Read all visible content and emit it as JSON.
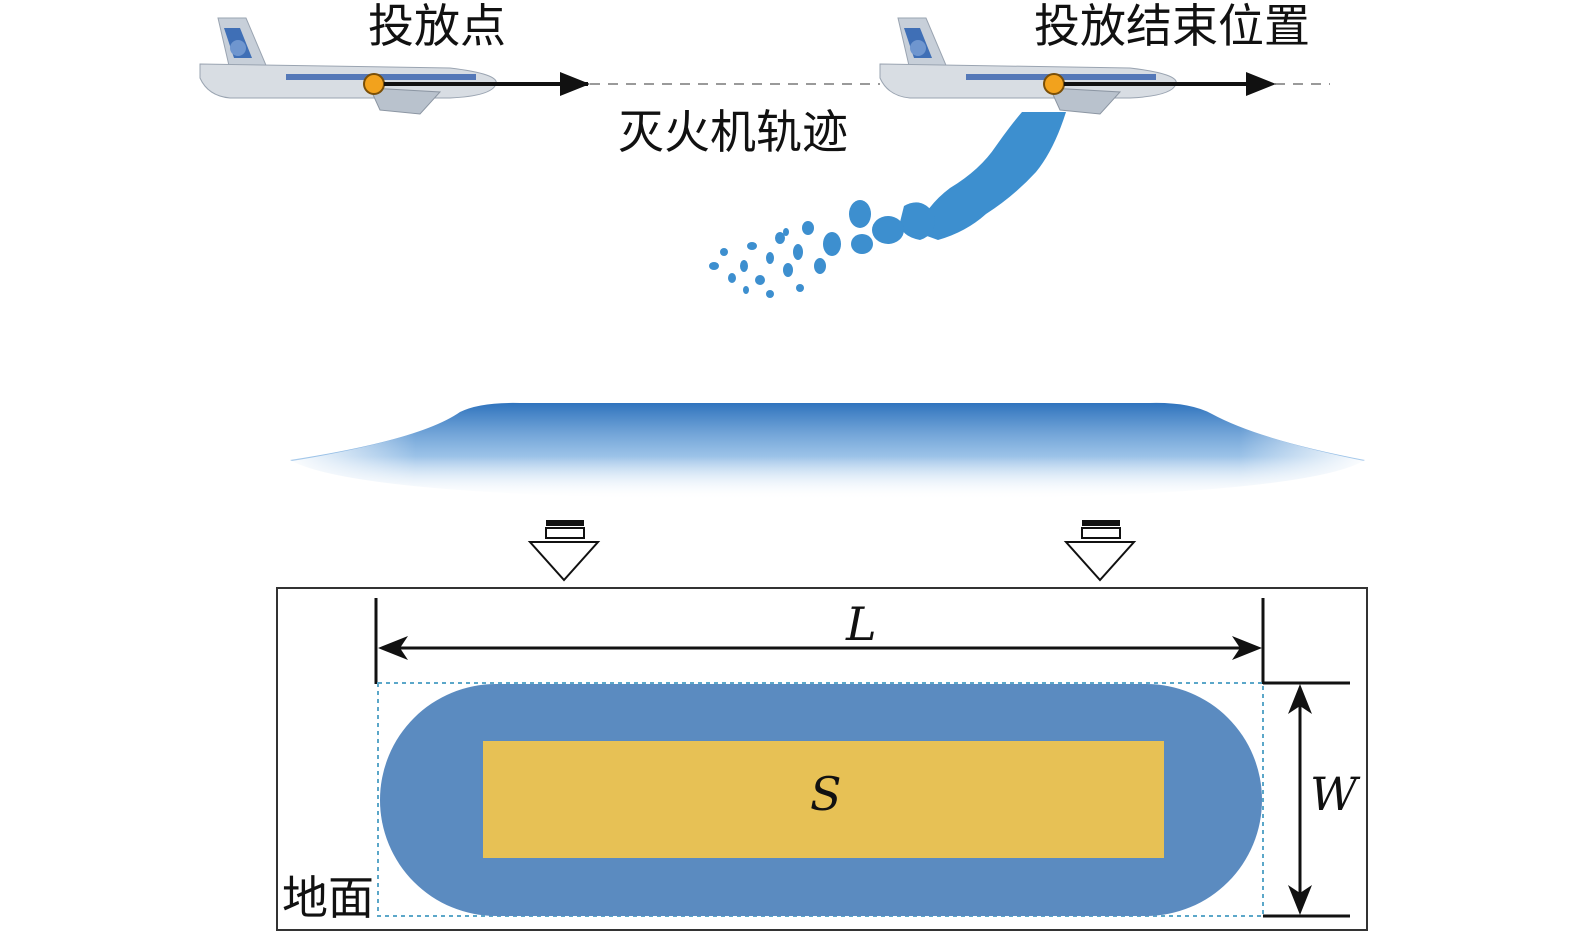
{
  "labels": {
    "drop_point": "投放点",
    "drop_end": "投放结束位置",
    "trajectory": "灭火机轨迹",
    "ground": "地面",
    "length": "L",
    "width": "W",
    "area": "S"
  },
  "colors": {
    "water": "#5b8bc0",
    "water_dark": "#2f73bd",
    "core": "#e7c155",
    "marker": "#f2a21d",
    "plane_body": "#d8dde3",
    "plane_accent": "#3f6fb6"
  },
  "icons": [
    "airplane-icon",
    "down-arrow-icon"
  ]
}
